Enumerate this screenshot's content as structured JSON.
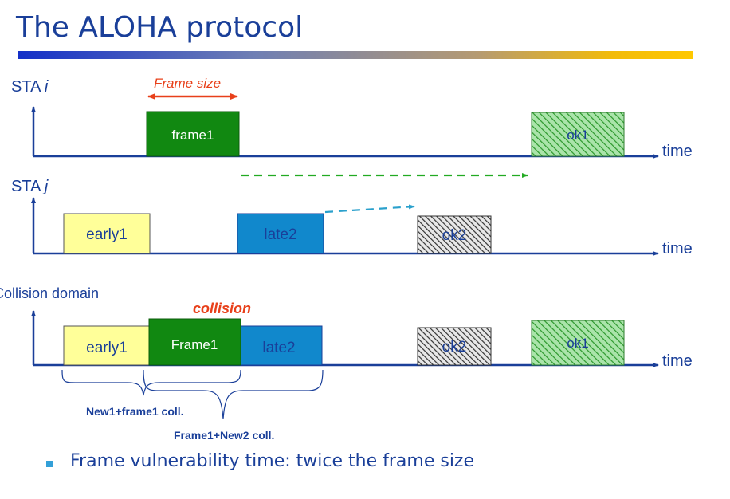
{
  "title": "The ALOHA protocol",
  "bullet": "Frame vulnerability time: twice the frame size",
  "timelines": {
    "sta_i": {
      "prefix": "STA ",
      "suffix": "i"
    },
    "sta_j": {
      "prefix": "STA ",
      "suffix": "j"
    },
    "collision_domain": {
      "label": "Collision domain"
    },
    "axis_label": "time"
  },
  "annotations": {
    "frame_size": "Frame size",
    "collision": "collision",
    "brace1": "New1+frame1 coll.",
    "brace2": "Frame1+New2 coll."
  },
  "frames": {
    "sta_i_frame1": "frame1",
    "sta_i_ok1": "ok1",
    "sta_j_early1": "early1",
    "sta_j_late2": "late2",
    "sta_j_ok2": "ok2",
    "cd_early1": "early1",
    "cd_frame1": "Frame1",
    "cd_late2": "late2",
    "cd_ok2": "ok2",
    "cd_ok1": "ok1"
  },
  "colors": {
    "title": "#1a3f99",
    "axis": "#1a3f99",
    "frame_green": "#118811",
    "early_yellow": "#ffff99",
    "late_blue": "#1188cc",
    "frame_size_red": "#e8401a",
    "collision_red": "#e8401a",
    "green_arrow": "#22aa22",
    "cyan_arrow": "#2aa0cc"
  }
}
